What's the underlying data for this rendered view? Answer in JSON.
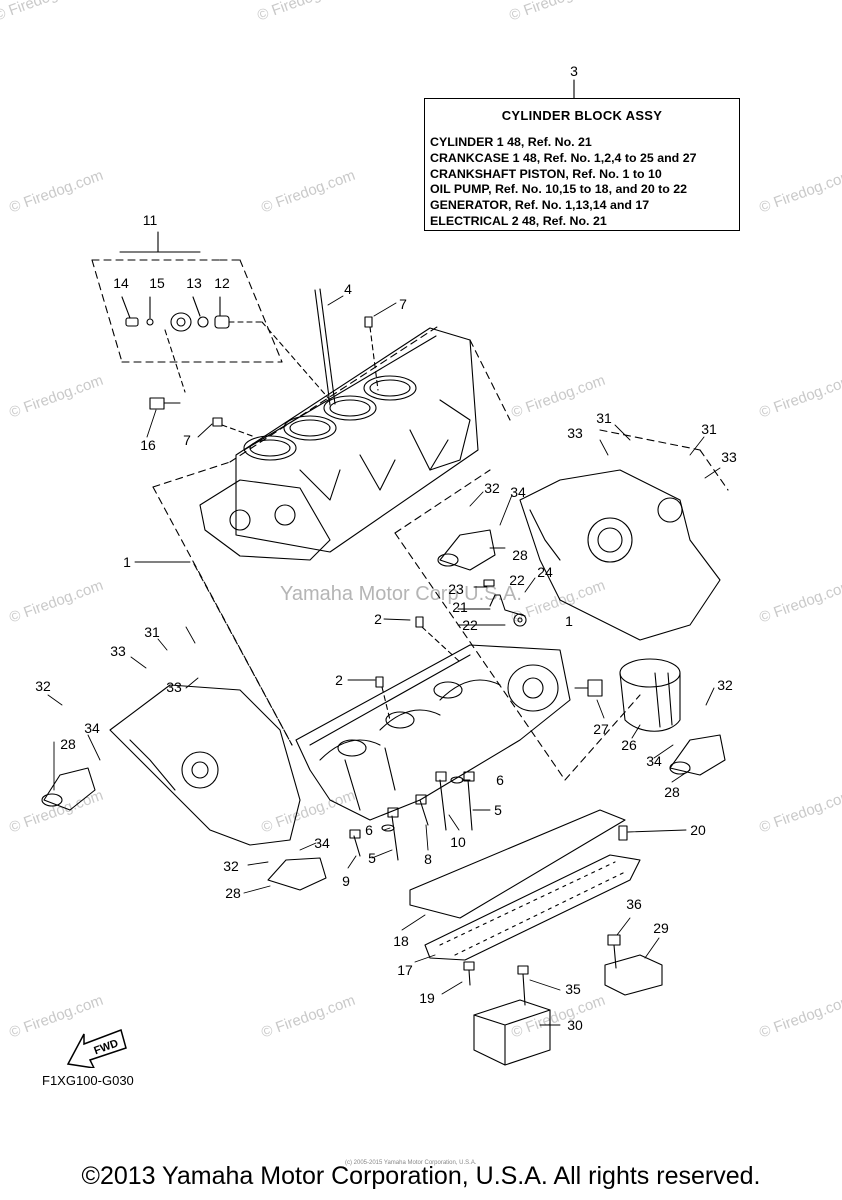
{
  "callout": {
    "ref": "3",
    "title": "CYLINDER BLOCK  ASSY",
    "lines": [
      "CYLINDER 1 48,  Ref. No. 21",
      "CRANKCASE 1 48,  Ref. No. 1,2,4 to 25 and 27",
      "CRANKSHAFT PISTON,  Ref. No. 1 to 10",
      "OIL PUMP,  Ref. No. 10,15 to 18, and 20 to 22",
      "GENERATOR,  Ref. No. 1,13,14 and 17",
      "ELECTRICAL 2 48,  Ref. No. 21"
    ]
  },
  "part_numbers": [
    "11",
    "14",
    "15",
    "13",
    "12",
    "4",
    "7",
    "16",
    "7",
    "1",
    "32",
    "34",
    "28",
    "23",
    "22",
    "24",
    "21",
    "22",
    "2",
    "1",
    "31",
    "33",
    "31",
    "33",
    "2",
    "33",
    "31",
    "32",
    "34",
    "28",
    "27",
    "26",
    "32",
    "34",
    "28",
    "33",
    "6",
    "5",
    "6",
    "5",
    "8",
    "10",
    "9",
    "34",
    "32",
    "28",
    "20",
    "18",
    "36",
    "29",
    "17",
    "35",
    "19",
    "30"
  ],
  "watermark": "© Firedog.com",
  "center_watermark": "Yamaha Motor Corp U.S.A.",
  "fwd_label": "FWD",
  "drawing_code": "F1XG100-G030",
  "fine_print": "(c) 2005-2015 Yamaha Motor Corporation, U.S.A.",
  "copyright": "©2013 Yamaha Motor Corporation, U.S.A. All rights reserved.",
  "colors": {
    "line": "#000000",
    "watermark": "#c9c9c9",
    "background": "#ffffff"
  }
}
